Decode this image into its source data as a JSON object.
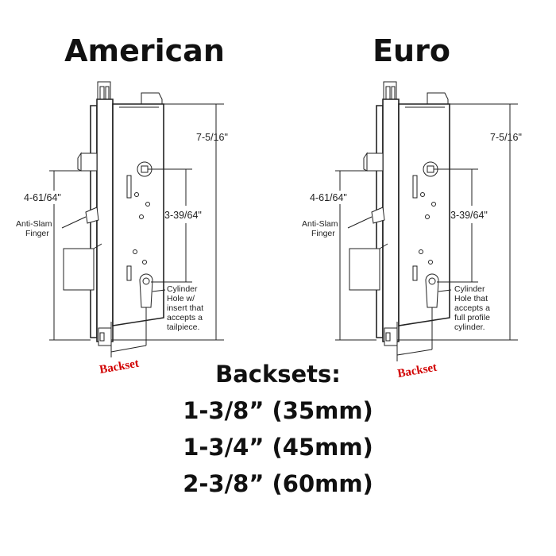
{
  "headings": {
    "american": "American",
    "euro": "Euro"
  },
  "american": {
    "dim_total": "7-5/16\"",
    "dim_upper": "4-61/64\"",
    "dim_center": "3-39/64\"",
    "anti_slam_1": "Anti-Slam",
    "anti_slam_2": "Finger",
    "cyl_1": "Cylinder",
    "cyl_2": "Hole w/",
    "cyl_3": "insert that",
    "cyl_4": "accepts a",
    "cyl_5": "tailpiece.",
    "backset": "Backset"
  },
  "euro": {
    "dim_total": "7-5/16\"",
    "dim_upper": "4-61/64\"",
    "dim_center": "3-39/64\"",
    "anti_slam_1": "Anti-Slam",
    "anti_slam_2": "Finger",
    "cyl_1": "Cylinder",
    "cyl_2": "Hole that",
    "cyl_3": "accepts a",
    "cyl_4": "full profile",
    "cyl_5": "cylinder.",
    "backset": "Backset"
  },
  "backsets": {
    "title": "Backsets:",
    "items": [
      "1-3/8” (35mm)",
      "1-3/4” (45mm)",
      "2-3/8” (60mm)"
    ]
  }
}
